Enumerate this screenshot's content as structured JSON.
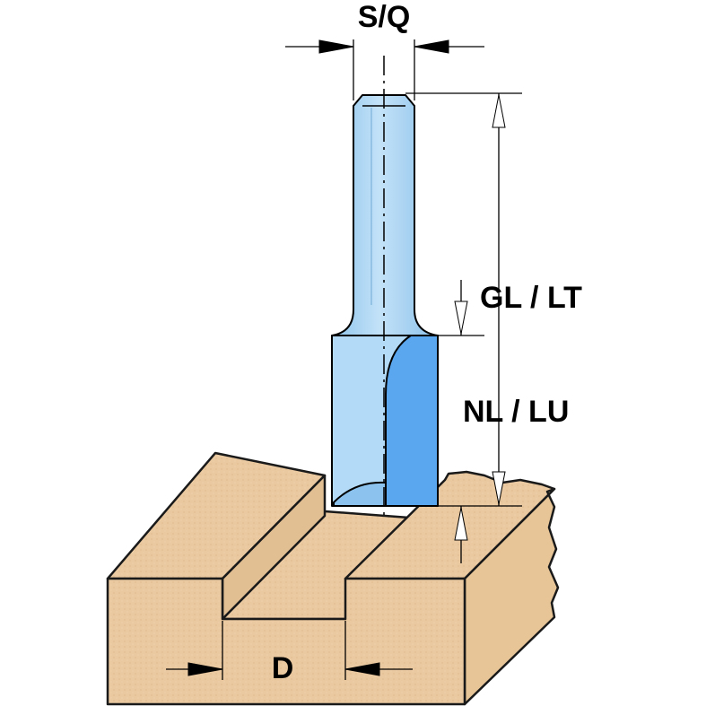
{
  "labels": {
    "shank_diameter": "S/Q",
    "total_length": "GL / LT",
    "cutting_length": "NL / LU",
    "cutting_diameter": "D"
  },
  "colors": {
    "wood": "#eac9a0",
    "wood_outline": "#1a1a1a",
    "shank": "#a8d2f0",
    "cutter_light": "#b6dcf8",
    "cutter_dark": "#5ea7f0",
    "line": "#000000"
  }
}
